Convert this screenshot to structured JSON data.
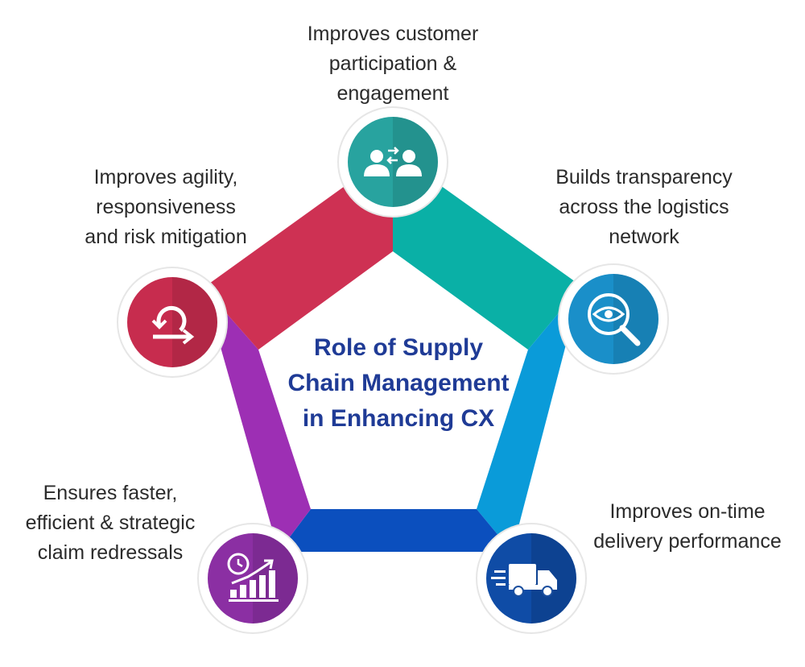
{
  "center_title": [
    "Role of Supply",
    "Chain Management",
    "in Enhancing CX"
  ],
  "nodes": [
    {
      "id": "top",
      "icon": "people-exchange-icon",
      "color": "#28a39f",
      "label": [
        "Improves customer",
        "participation &",
        "engagement"
      ]
    },
    {
      "id": "right",
      "icon": "eye-search-icon",
      "color": "#1a8fc9",
      "label": [
        "Builds transparency",
        "across the logistics",
        "network"
      ]
    },
    {
      "id": "bottom-right",
      "icon": "delivery-truck-icon",
      "color": "#0f4ca6",
      "label": [
        "Improves on-time",
        "delivery performance"
      ]
    },
    {
      "id": "bottom-left",
      "icon": "growth-chart-icon",
      "color": "#8b2fa3",
      "label": [
        "Ensures faster,",
        "efficient & strategic",
        "claim redressals"
      ]
    },
    {
      "id": "left",
      "icon": "agility-arrows-icon",
      "color": "#c72c4e",
      "label": [
        "Improves agility,",
        "responsiveness",
        "and risk mitigation"
      ]
    }
  ],
  "segment_colors": {
    "top_right": "#0ab0a6",
    "right_bottom": "#0a9bd9",
    "bottom": "#0b4fbe",
    "bottom_left": "#9d2fb4",
    "left_top": "#ce3153"
  }
}
